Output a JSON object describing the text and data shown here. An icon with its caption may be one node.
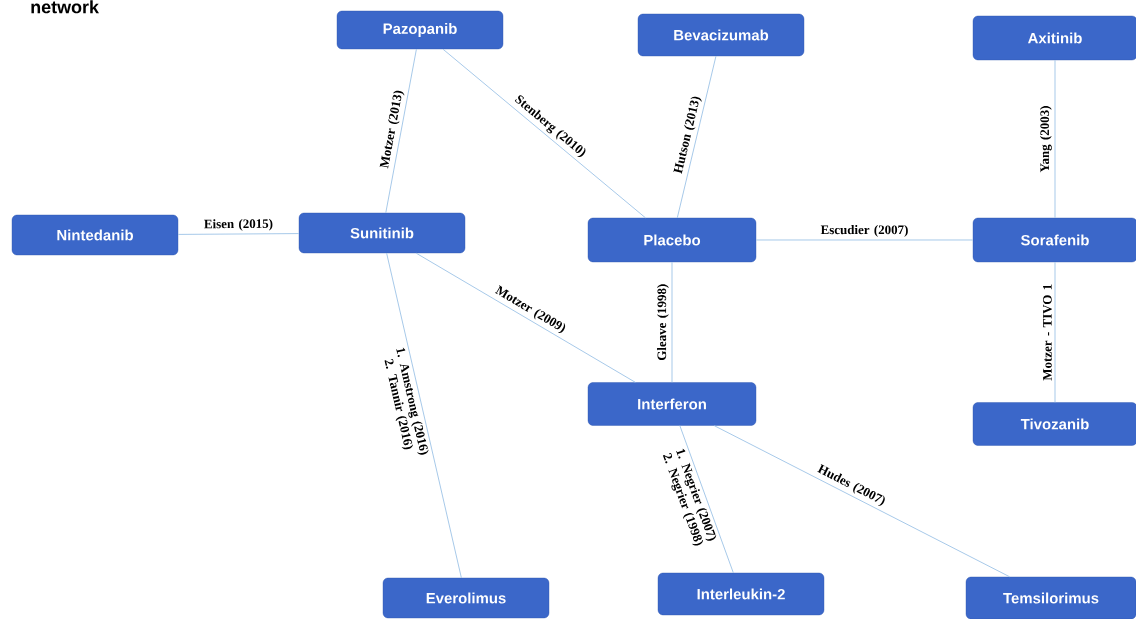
{
  "diagram": {
    "title": "network",
    "nodes": [
      {
        "text": [
          "Pazopanib"
        ]
      },
      {
        "text": [
          "Bevacizumab"
        ]
      },
      {
        "text": [
          "Axitinib"
        ]
      },
      {
        "text": [
          "Nintedanib"
        ]
      },
      {
        "text": [
          "Sunitinib"
        ]
      },
      {
        "text": [
          "Placebo"
        ]
      },
      {
        "text": [
          "Sorafenib"
        ]
      },
      {
        "text": [
          "Interferon"
        ]
      },
      {
        "text": [
          "Tivozanib"
        ]
      },
      {
        "text": [
          "Everolimus"
        ]
      },
      {
        "text": [
          "Interleukin-2"
        ]
      },
      {
        "text": [
          "Temsilorimus"
        ]
      }
    ],
    "edges": [
      {
        "from": 3,
        "to": 4,
        "arrow": "none",
        "label": "Eisen (2015)"
      },
      {
        "from": 4,
        "to": 0,
        "arrow": "none",
        "label": "Motzer (2013)"
      },
      {
        "from": 0,
        "to": 5,
        "arrow": "none",
        "label": "Stenberg (2010)"
      },
      {
        "from": 5,
        "to": 1,
        "arrow": "none",
        "label": "Hutson (2013)"
      },
      {
        "from": 5,
        "to": 6,
        "arrow": "none",
        "label": "Escudier (2007)"
      },
      {
        "from": 6,
        "to": 2,
        "arrow": "none",
        "label": "Yang (2003)"
      },
      {
        "from": 4,
        "to": 7,
        "arrow": "none",
        "label": "Motzer (2009)"
      },
      {
        "from": 7,
        "to": 5,
        "arrow": "none",
        "label": "Gleave (1998)"
      },
      {
        "from": 8,
        "to": 6,
        "arrow": "none",
        "label": "Motzer - TIVO 1"
      },
      {
        "from": 9,
        "to": 4,
        "arrow": "none",
        "label": "1. Amstrong (2016) 2. Tannir (2016)"
      },
      {
        "from": 7,
        "to": 10,
        "arrow": "none",
        "label": "1. Negrier (2007) 2. Negrier (1998)"
      },
      {
        "from": 7,
        "to": 11,
        "arrow": "none",
        "label": "Hudes (2007)"
      }
    ]
  }
}
